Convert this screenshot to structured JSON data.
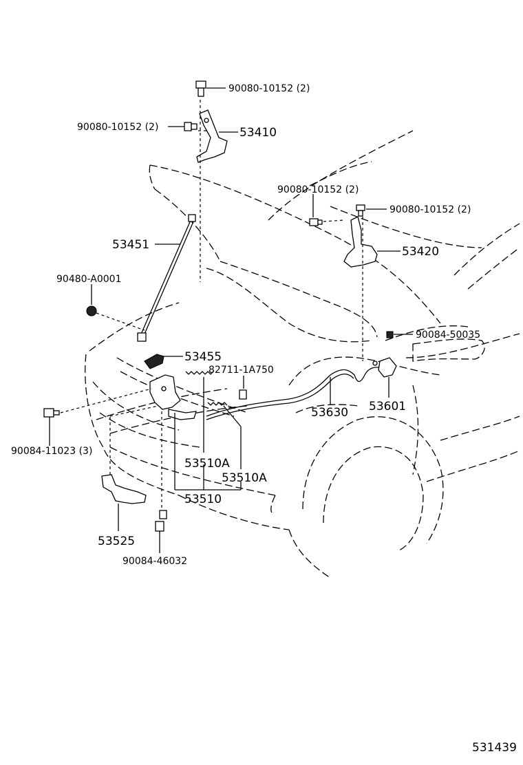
{
  "diagram_id": "531439",
  "labels": {
    "bolt_top": "90080-10152 (2)",
    "bolt_left": "90080-10152 (2)",
    "hinge_left": "53410",
    "bolt_right_a": "90080-10152 (2)",
    "bolt_right_b": "90080-10152 (2)",
    "hinge_right": "53420",
    "support_rod": "53451",
    "grommet": "90480-A0001",
    "support_holder": "53455",
    "clip": "82711-1A750",
    "clip_right": "90084-50035",
    "cable": "53630",
    "release_lever": "53601",
    "screw_left": "90084-11023 (3)",
    "lock_sub_a": "53510A",
    "lock_sub_b": "53510A",
    "lock_assy": "53510",
    "lock_support": "53525",
    "screw_bottom": "90084-46032"
  }
}
